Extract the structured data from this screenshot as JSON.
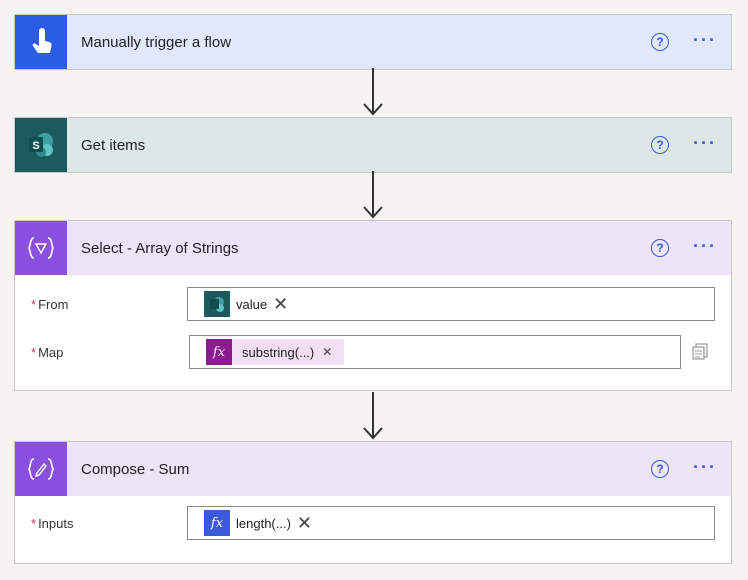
{
  "steps": [
    {
      "title": "Manually trigger a flow",
      "icon": "touch-icon",
      "color": "#2b5ce6"
    },
    {
      "title": "Get items",
      "icon": "sharepoint-icon",
      "color": "#1c5a5e"
    },
    {
      "title": "Select - Array of Strings",
      "icon": "data-operation-icon",
      "color": "#8b4fe0"
    },
    {
      "title": "Compose - Sum",
      "icon": "data-operation-icon",
      "color": "#8b4fe0"
    }
  ],
  "help_glyph": "?",
  "more_glyph": "···",
  "select": {
    "from_label": "From",
    "from_token": "value",
    "map_label": "Map",
    "map_token": "substring(...)"
  },
  "compose": {
    "inputs_label": "Inputs",
    "inputs_token": "length(...)"
  },
  "required_mark": "*",
  "fx_glyph": "fx",
  "remove_glyph": "✕",
  "colors": {
    "trigger": "#2b5ce6",
    "trigger_bg": "#e2e8fb",
    "sharepoint": "#1c5a5e",
    "sharepoint_bg": "#dde7e8",
    "data_op": "#8b4fe0",
    "data_op_bg": "#ece4f8",
    "expression": "#8b1b8f",
    "expression_token_bg": "#f3dff3",
    "link_blue": "#3a5ad8"
  }
}
